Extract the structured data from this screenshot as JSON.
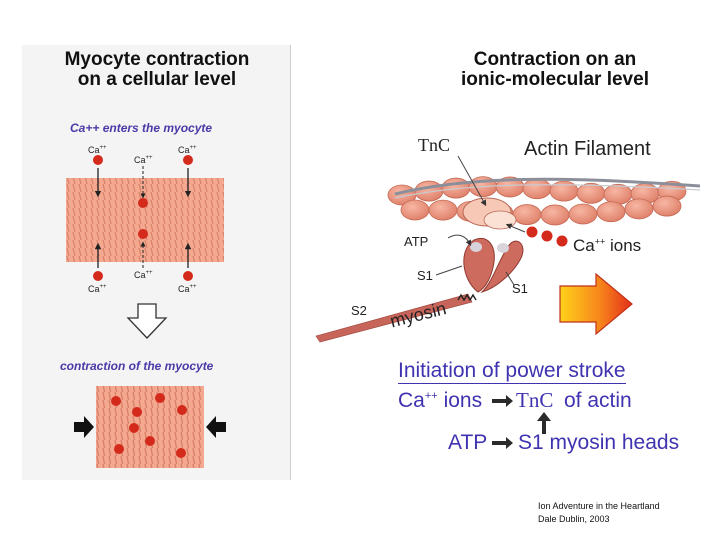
{
  "left": {
    "title_line1": "Myocyte contraction",
    "title_line2": "on a cellular level",
    "enter_caption": "Ca++ enters the myocyte",
    "ca_label": "Ca",
    "ca_charge": "++",
    "contraction_caption": "contraction of the myocyte"
  },
  "right": {
    "title_line1": "Contraction on an",
    "title_line2": "ionic-molecular level",
    "tnc_label": "TnC",
    "actin_label": "Actin Filament",
    "atp_label": "ATP",
    "s1_left": "S1",
    "s1_right": "S1",
    "s2_label": "S2",
    "myosin_label": "myosin",
    "ca_ions_prefix": "Ca",
    "ca_ions_charge": "++",
    "ca_ions_suffix": "ions",
    "power_stroke": "Initiation of power stroke",
    "line2_ca": "Ca",
    "line2_charge": "++",
    "line2_ions": "ions",
    "line2_tnc": "TnC",
    "line2_actin": "of actin",
    "line3_atp": "ATP",
    "line3_heads": "S1 myosin heads"
  },
  "credit": {
    "line1": "Ion Adventure in the Heartland",
    "line2": "Dale Dublin, 2003"
  },
  "colors": {
    "muscle": "#f2a48c",
    "ion": "#d42a1c",
    "text_blue": "#3f33b0",
    "arrow_red": "#e8321a",
    "arrow_yellow": "#ffd21a"
  }
}
